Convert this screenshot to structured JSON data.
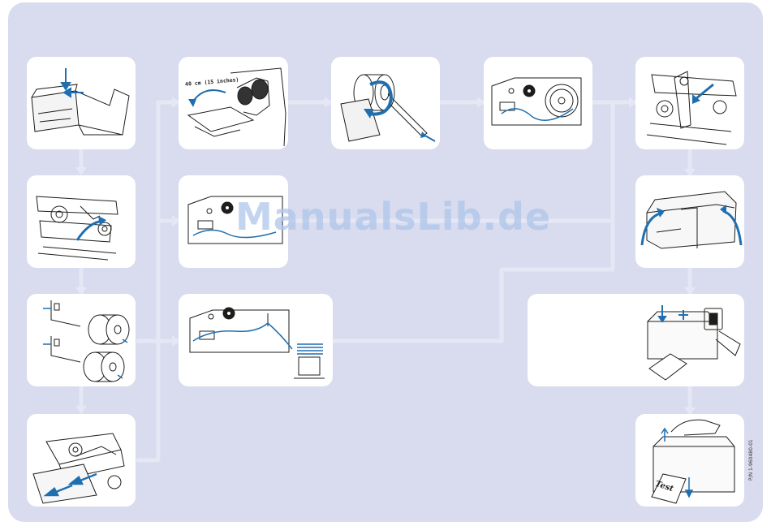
{
  "watermark": "ManualsLib.de",
  "ribbon_callout": "40 cm (15 inches)",
  "test_label": "Test",
  "part_number": "P/N 1-960480-01",
  "colors": {
    "background": "#d9dbee",
    "panel": "#ffffff",
    "connector": "#e6e7f5",
    "accent_blue": "#1f6fb0",
    "line": "#1d1d1b"
  }
}
